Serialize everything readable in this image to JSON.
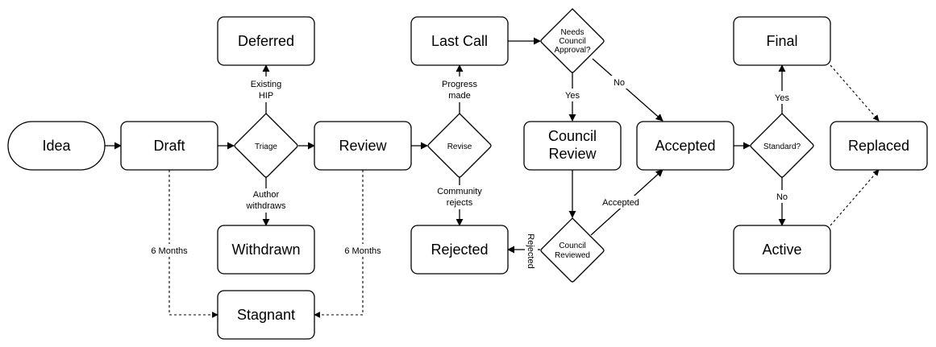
{
  "nodes": {
    "idea": {
      "label": "Idea"
    },
    "draft": {
      "label": "Draft"
    },
    "deferred": {
      "label": "Deferred"
    },
    "withdrawn": {
      "label": "Withdrawn"
    },
    "stagnant": {
      "label": "Stagnant"
    },
    "review": {
      "label": "Review"
    },
    "last_call": {
      "label": "Last Call"
    },
    "rejected": {
      "label": "Rejected"
    },
    "council_review": {
      "lines": [
        "Council",
        "Review"
      ]
    },
    "accepted": {
      "label": "Accepted"
    },
    "final": {
      "label": "Final"
    },
    "active": {
      "label": "Active"
    },
    "replaced": {
      "label": "Replaced"
    }
  },
  "decisions": {
    "triage": {
      "lines": [
        "Triage"
      ]
    },
    "revise": {
      "lines": [
        "Revise"
      ]
    },
    "needs_council": {
      "lines": [
        "Needs",
        "Council",
        "Approval?"
      ]
    },
    "council_reviewed": {
      "lines": [
        "Council",
        "Reviewed"
      ]
    },
    "standard": {
      "lines": [
        "Standard?"
      ]
    }
  },
  "edge_labels": {
    "existing_hip": [
      "Existing",
      "HIP"
    ],
    "author_withdraws": [
      "Author",
      "withdraws"
    ],
    "progress_made": [
      "Progress",
      "made"
    ],
    "community_rejects": [
      "Community",
      "rejects"
    ],
    "yes_council": "Yes",
    "no_council": "No",
    "accepted": "Accepted",
    "rejected": "Rejected",
    "draft_6_months": "6 Months",
    "review_6_months": "6 Months",
    "yes_final": "Yes",
    "no_active": "No"
  }
}
